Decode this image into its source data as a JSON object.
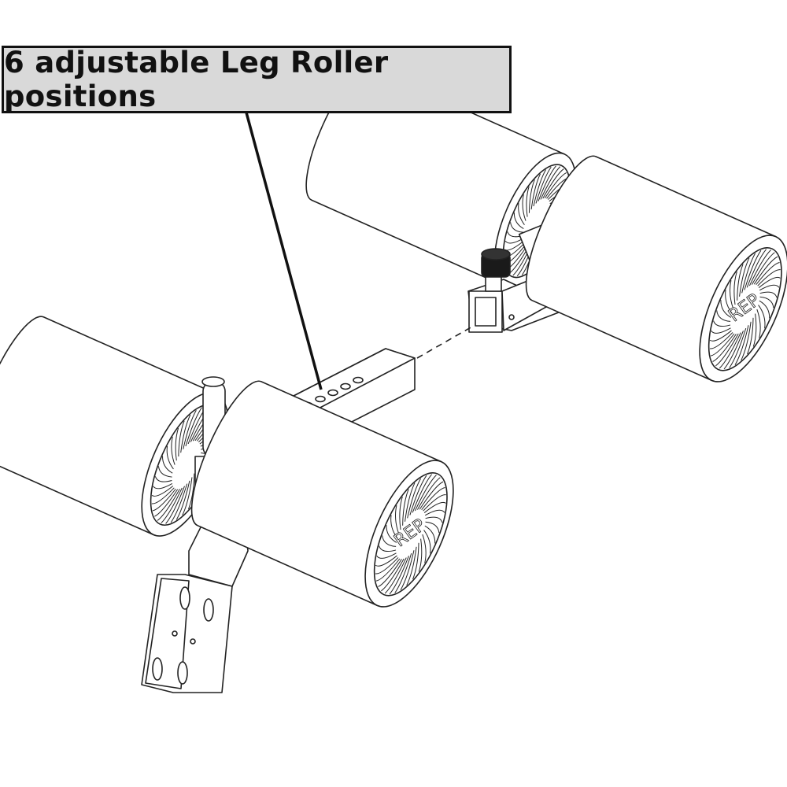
{
  "callout": {
    "label": "6 adjustable Leg Roller positions"
  },
  "logo_text": "REP",
  "colors": {
    "callout_bg": "#d9d9d9",
    "line": "#222222",
    "knob": "#1a1a1a"
  },
  "adjustment_holes": 6
}
